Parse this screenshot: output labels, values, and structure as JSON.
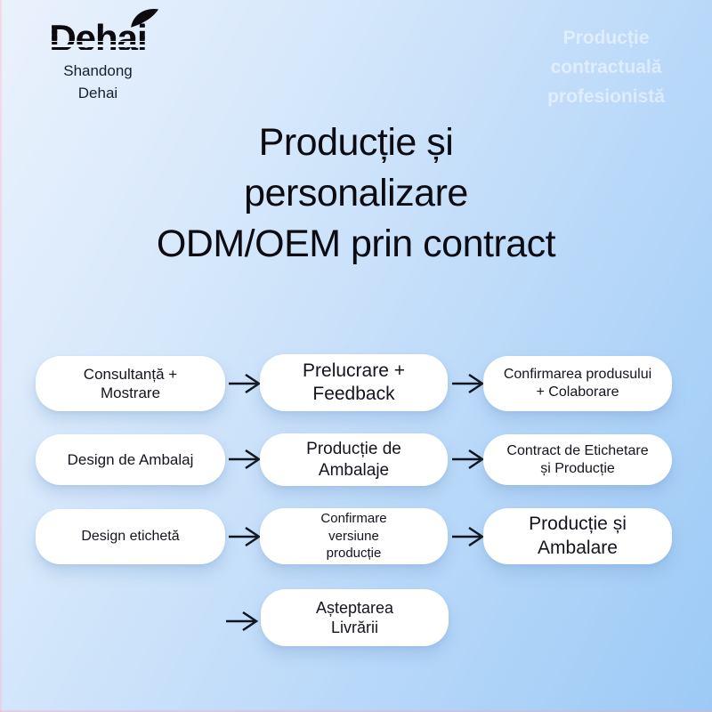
{
  "logo": {
    "brand": "Dehai",
    "subtitle": "Shandong Dehai",
    "color": "#0a0a0f"
  },
  "watermark": {
    "lines": [
      "Producție",
      "contractuală",
      "profesionistă"
    ],
    "color": "rgba(255,255,255,0.5)"
  },
  "title": {
    "lines": [
      "Producție și",
      "personalizare",
      "ODM/OEM prin contract"
    ],
    "color": "#0b0b11"
  },
  "flow": {
    "box_color": "#ffffff",
    "arrow_color": "#10141d",
    "rows": [
      {
        "steps": [
          {
            "label": [
              "Consultanță +",
              "Mostrare"
            ]
          },
          {
            "label": [
              "Prelucrare +",
              "Feedback"
            ]
          },
          {
            "label": [
              "Confirmarea produsului",
              "+ Colaborare"
            ]
          }
        ]
      },
      {
        "steps": [
          {
            "label": [
              "Design de Ambalaj"
            ]
          },
          {
            "label": [
              "Producție de",
              "Ambalaje"
            ]
          },
          {
            "label": [
              "Contract de Etichetare",
              "și Producție"
            ]
          }
        ]
      },
      {
        "steps": [
          {
            "label": [
              "Design etichetă"
            ]
          },
          {
            "label": [
              "Confirmare",
              "versiune",
              "producție"
            ]
          },
          {
            "label": [
              "Producție și",
              "Ambalare"
            ]
          }
        ]
      },
      {
        "steps": [
          {
            "label": [
              "Așteptarea",
              "Livrării"
            ]
          }
        ]
      }
    ]
  },
  "background": {
    "gradient_top_left": "#EAF2FC",
    "gradient_bottom_right": "#9CCAF6"
  }
}
